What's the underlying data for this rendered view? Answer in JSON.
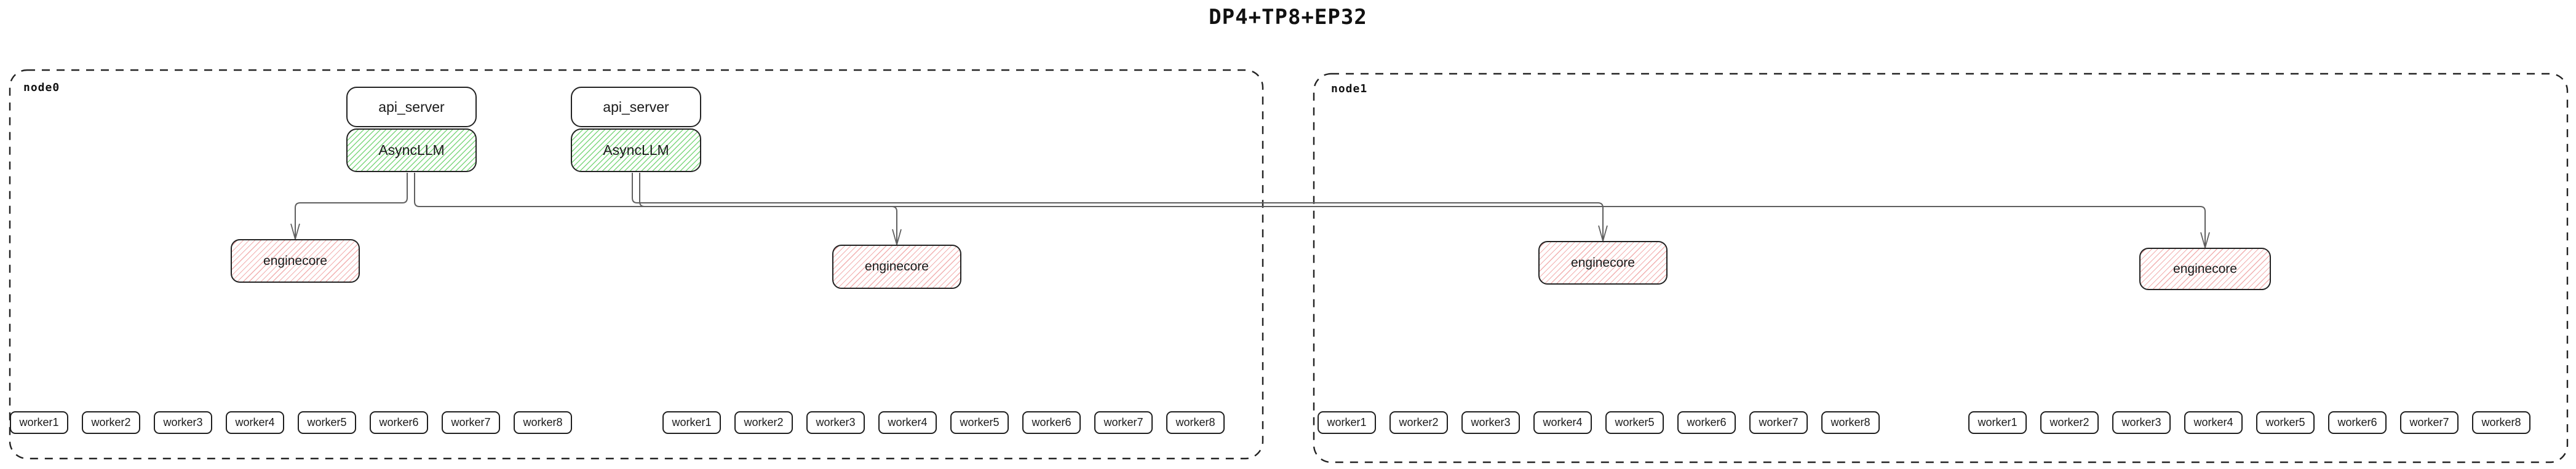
{
  "title": "DP4+TP8+EP32",
  "colors": {
    "node-border": "#222222",
    "connector": "#5f5f5f",
    "green-hatch": "#7ed77e",
    "pink-hatch": "#f2b0b0"
  },
  "node0": {
    "label": "node0",
    "frontends": [
      {
        "api_server": "api_server",
        "asyncllm": "AsyncLLM"
      },
      {
        "api_server": "api_server",
        "asyncllm": "AsyncLLM"
      }
    ],
    "enginecores": [
      "enginecore",
      "enginecore"
    ],
    "worker_rows": [
      [
        "worker1",
        "worker2",
        "worker3",
        "worker4",
        "worker5",
        "worker6",
        "worker7",
        "worker8"
      ],
      [
        "worker1",
        "worker2",
        "worker3",
        "worker4",
        "worker5",
        "worker6",
        "worker7",
        "worker8"
      ]
    ]
  },
  "node1": {
    "label": "node1",
    "enginecores": [
      "enginecore",
      "enginecore"
    ],
    "worker_rows": [
      [
        "worker1",
        "worker2",
        "worker3",
        "worker4",
        "worker5",
        "worker6",
        "worker7",
        "worker8"
      ],
      [
        "worker1",
        "worker2",
        "worker3",
        "worker4",
        "worker5",
        "worker6",
        "worker7",
        "worker8"
      ]
    ]
  }
}
